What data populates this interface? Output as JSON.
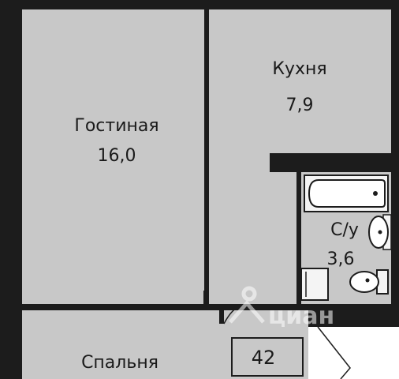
{
  "rooms": {
    "living": {
      "name": "Гостиная",
      "area": "16,0"
    },
    "kitchen": {
      "name": "Кухня",
      "area": "7,9"
    },
    "bathroom": {
      "name": "С/у",
      "area": "3,6"
    },
    "bedroom": {
      "name": "Спальня"
    }
  },
  "unit_box": {
    "label": "42"
  },
  "watermark": {
    "text": "циан",
    "icon": "cian-house-icon"
  },
  "colors": {
    "wall": "#1c1c1c",
    "floor": "#c8c8c8",
    "background": "#ffffff",
    "fixture": "#f4f4f4"
  }
}
